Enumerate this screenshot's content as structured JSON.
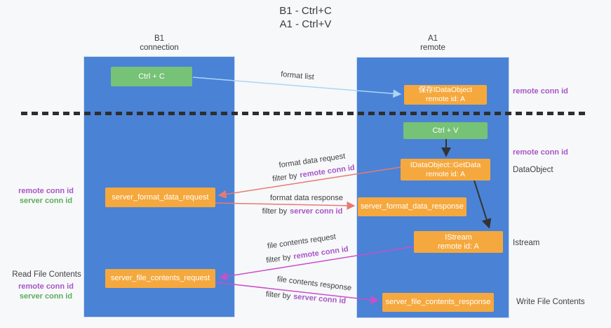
{
  "title": {
    "line1": "B1 - Ctrl+C",
    "line2": "A1 - Ctrl+V"
  },
  "lanes": {
    "left": {
      "title": "B1",
      "subtitle": "connection"
    },
    "right": {
      "title": "A1",
      "subtitle": "remote"
    }
  },
  "boxes": {
    "ctrl_c": {
      "label": "Ctrl + C"
    },
    "save_idataobject": {
      "line1": "保存IDataObject",
      "line2": "remote id: A"
    },
    "ctrl_v": {
      "label": "Ctrl + V"
    },
    "idataobject_getdata": {
      "line1": "IDataObject::GetData",
      "line2": "remote id: A"
    },
    "server_format_data_request": {
      "label": "server_format_data_request"
    },
    "server_format_data_response": {
      "label": "server_format_data_response"
    },
    "istream": {
      "line1": "IStream",
      "line2": "remote id: A"
    },
    "server_file_contents_request": {
      "label": "server_file_contents_request"
    },
    "server_file_contents_response": {
      "label": "server_file_contents_response"
    }
  },
  "arrows": {
    "format_list": {
      "label": "format list"
    },
    "format_data_request": {
      "label": "format data request",
      "filter_prefix": "filter by",
      "filter_key": "remote conn id"
    },
    "format_data_response": {
      "label": "format data response",
      "filter_prefix": "filter by",
      "filter_key": "server conn id"
    },
    "file_contents_request": {
      "label": "file contents request",
      "filter_prefix": "filter by",
      "filter_key": "remote conn id"
    },
    "file_contents_response": {
      "label": "file contents response",
      "filter_prefix": "filter by",
      "filter_key": "server conn id"
    }
  },
  "side_labels": {
    "remote_conn_id_top": "remote conn id",
    "remote_conn_id_mid": "remote conn id",
    "dataobject": "DataObject",
    "istream": "Istream",
    "write_file_contents": "Write File Contents",
    "format_remote_conn_id": "remote conn id",
    "format_server_conn_id": "server conn id",
    "read_file_contents": "Read File Contents",
    "file_remote_conn_id": "remote conn id",
    "file_server_conn_id": "server conn id"
  },
  "colors": {
    "lane_blue": "#4a82d6",
    "box_orange": "#f5a83d",
    "box_green": "#76c276",
    "arrow_light_blue": "#aad6f3",
    "arrow_salmon": "#e87a72",
    "arrow_magenta": "#c94fc9",
    "arrow_black": "#333333",
    "label_purple": "#a757c5",
    "label_green": "#5fac5f"
  }
}
